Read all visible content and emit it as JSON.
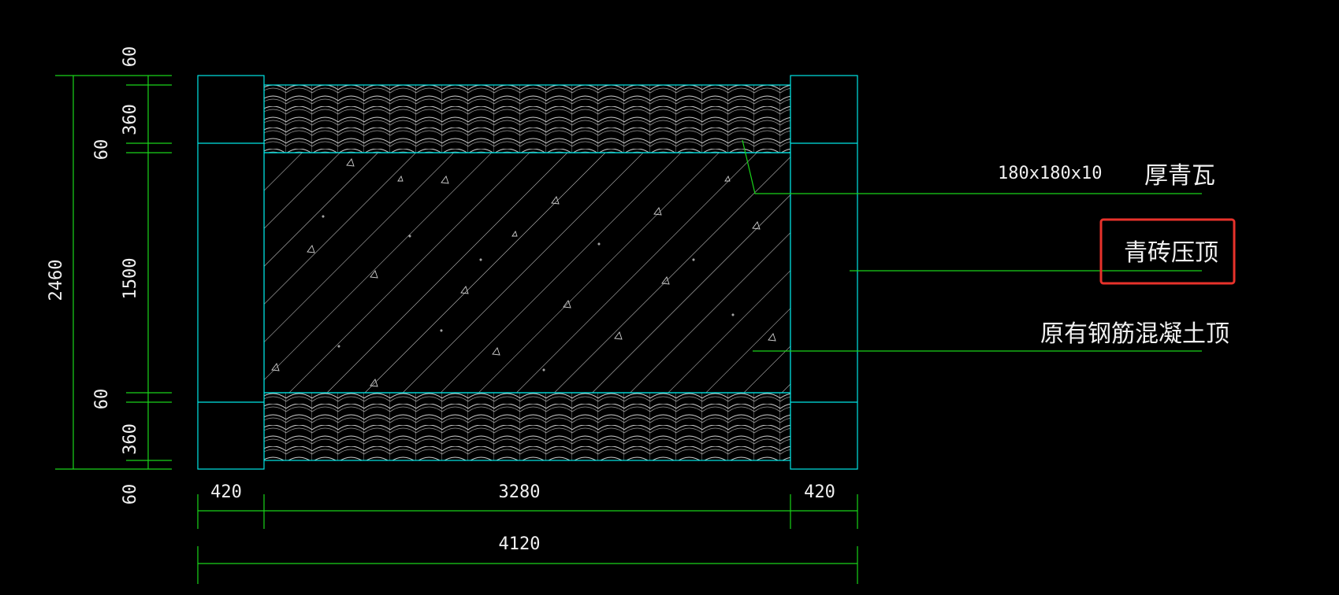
{
  "colors": {
    "background": "#000000",
    "outline": "#00e5e5",
    "dimension": "#19d419",
    "leader": "#19d419",
    "text": "#f0f0f0",
    "hatch": "#d8d8d8",
    "highlight": "#e8322b"
  },
  "dimensions": {
    "overall_height": "2460",
    "top_cap": "60",
    "top_tile": "360",
    "upper_gap": "60",
    "middle": "1500",
    "lower_gap": "60",
    "bottom_tile": "360",
    "bottom_cap": "60",
    "left_pillar": "420",
    "center_span": "3280",
    "right_pillar": "420",
    "overall_width": "4120"
  },
  "labels": {
    "tile_size": "180x180x10",
    "thick_tile": "厚青瓦",
    "brick_coping": "青砖压顶",
    "concrete_top": "原有钢筋混凝土顶"
  }
}
